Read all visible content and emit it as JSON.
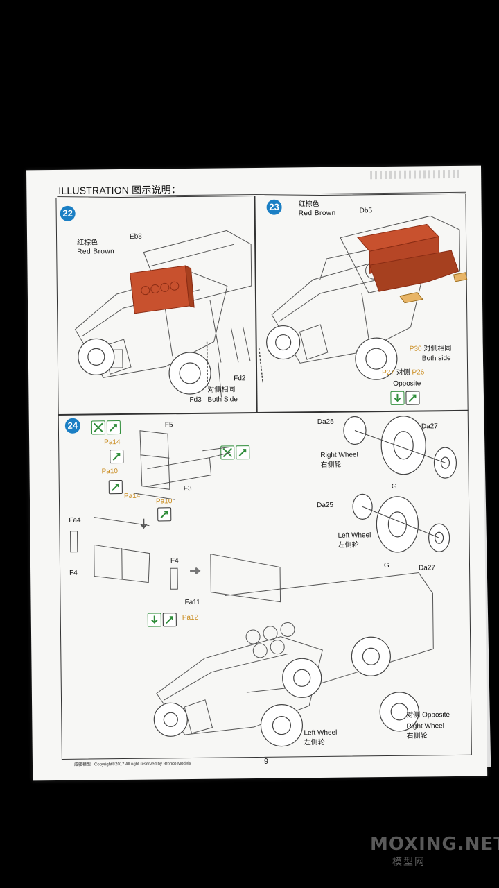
{
  "header": {
    "title": "ILLUSTRATION 图示说明："
  },
  "steps": {
    "s22": {
      "number": "22",
      "color_cn": "红棕色",
      "color_en": "Red Brown",
      "part_eb8": "Eb8",
      "part_fd2": "Fd2",
      "part_fd3": "Fd3",
      "note_cn": "对侧相同",
      "note_en": "Both Side"
    },
    "s23": {
      "number": "23",
      "color_cn": "红棕色",
      "color_en": "Red Brown",
      "part_db5": "Db5",
      "part_p30": "P30",
      "note_cn": "对侧相同",
      "note_en": "Both side",
      "part_p27": "P27",
      "opp_cn": "对侧",
      "part_p26": "P26",
      "opp_en": "Opposite"
    },
    "s24": {
      "number": "24",
      "part_f5": "F5",
      "part_pa14a": "Pa14",
      "part_pa10a": "Pa10",
      "part_pa14b": "Pa14",
      "part_pa10b": "Pa10",
      "part_f3": "F3",
      "part_fa4": "Fa4",
      "part_f4a": "F4",
      "part_f4b": "F4",
      "part_fa11": "Fa11",
      "part_pa12": "Pa12",
      "part_da25a": "Da25",
      "part_da27a": "Da27",
      "right_wheel_en": "Right Wheel",
      "right_wheel_cn": "右侧轮",
      "part_ga": "G",
      "part_da25b": "Da25",
      "left_wheel_en": "Left Wheel",
      "left_wheel_cn": "左侧轮",
      "part_gb": "G",
      "part_da27b": "Da27",
      "bottom_left_en": "Left Wheel",
      "bottom_left_cn": "左侧轮",
      "bottom_opp": "对侧  Opposite",
      "bottom_right_en": "Right Wheel",
      "bottom_right_cn": "右侧轮"
    }
  },
  "footer": {
    "brand": "威骏模型",
    "copyright": "Copyright©2017 All right reserved by Bronco Models",
    "page": "9"
  },
  "watermark": {
    "main": "MOXING.NET",
    "sub": "模型网"
  },
  "colors": {
    "step_badge": "#1b7fc4",
    "red_brown": "#c8512e",
    "photo_etch": "#e8b567",
    "icon_green": "#2f8d3a"
  }
}
